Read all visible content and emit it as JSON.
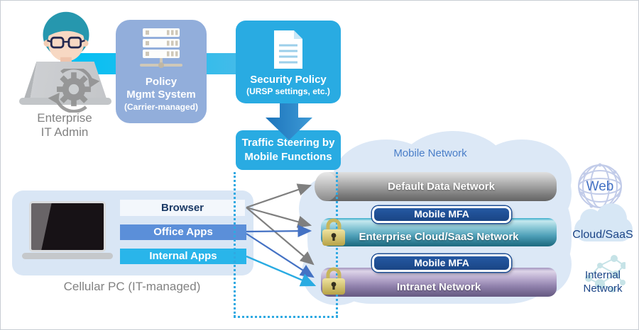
{
  "admin": {
    "caption_line1": "Enterprise",
    "caption_line2": "IT Admin"
  },
  "flow": {
    "policy_box": {
      "line1": "Policy",
      "line2": "Mgmt System",
      "line3": "(Carrier-managed)"
    },
    "security_box": {
      "line1": "Security Policy",
      "line2": "(URSP settings, etc.)"
    },
    "steering_box": {
      "line1": "Traffic Steering by",
      "line2": "Mobile Functions"
    }
  },
  "mobile_cloud": {
    "label": "Mobile Network"
  },
  "pc": {
    "caption": "Cellular PC (IT-managed)",
    "apps": [
      {
        "label": "Browser"
      },
      {
        "label": "Office Apps"
      },
      {
        "label": "Internal Apps"
      }
    ]
  },
  "networks": [
    {
      "label": "Default Data Network"
    },
    {
      "label": "Enterprise Cloud/SaaS Network",
      "mfa_label": "Mobile MFA"
    },
    {
      "label": "Intranet Network",
      "mfa_label": "Mobile MFA"
    }
  ],
  "destinations": [
    {
      "label": "Web"
    },
    {
      "label": "Cloud/SaaS"
    },
    {
      "label": "Internal Network",
      "line1": "Internal",
      "line2": "Network"
    }
  ],
  "colors": {
    "accent_cyan": "#00BFF3",
    "accent_blue": "#29ABE2",
    "policy_box_blue": "#92AEDB",
    "mfa_navy": "#1E4E94",
    "cloud_fill": "#DCE8F6",
    "arrow_gray": "#7F7F7F",
    "arrow_blue": "#4472C4",
    "arrow_cyan": "#29ABE2",
    "lock_gold": "#D6C66E"
  }
}
